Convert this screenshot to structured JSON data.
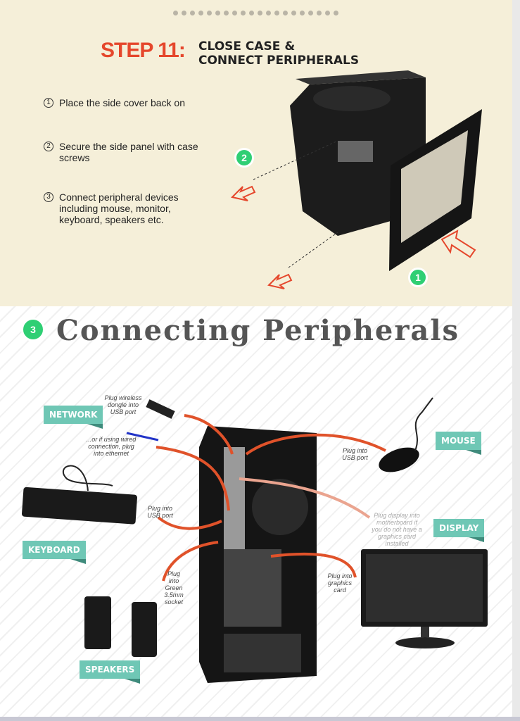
{
  "step": {
    "label": "STEP 11:",
    "title_line1": "CLOSE CASE &",
    "title_line2": "CONNECT PERIPHERALS"
  },
  "instructions": [
    {
      "num": "1",
      "text": "Place the side cover back on"
    },
    {
      "num": "2",
      "text": "Secure the side panel with case screws"
    },
    {
      "num": "3",
      "text": "Connect peripheral devices including mouse, monitor, keyboard, speakers etc."
    }
  ],
  "markers": {
    "m1": "1",
    "m2": "2"
  },
  "section": {
    "num": "3",
    "title": "Connecting Peripherals"
  },
  "tags": {
    "network": "NETWORK",
    "keyboard": "KEYBOARD",
    "speakers": "SPEAKERS",
    "mouse": "MOUSE",
    "display": "DISPLAY"
  },
  "captions": {
    "wireless": "Plug wireless dongle into USB port",
    "wired": "...or if using wired connection, plug into ethernet",
    "keyboard": "Plug into USB port",
    "mouse": "Plug into USB port",
    "display_mb": "Plug display into motherboard if you do not have a graphics card installed",
    "graphics": "Plug into graphics card",
    "audio": "Plug into Green 3.5mm socket"
  },
  "colors": {
    "accent": "#e5472c",
    "teal": "#6fc7b5",
    "green": "#2fcf74"
  }
}
